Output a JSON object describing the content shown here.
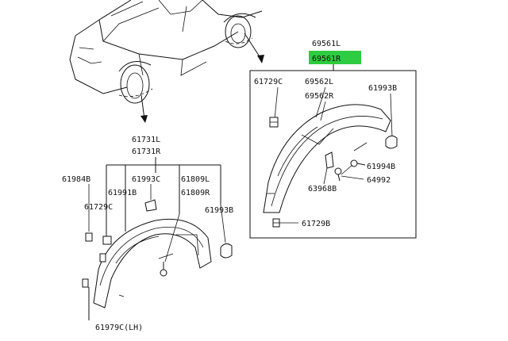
{
  "highlight_color": "#2ecc40",
  "labels": {
    "p69561L": "69561L",
    "p69561R": "69561R",
    "p61729C_top": "61729C",
    "p69562L": "69562L",
    "p69562R": "69562R",
    "p61993B_top": "61993B",
    "p61994B": "61994B",
    "p63968B": "63968B",
    "p64992": "64992",
    "p61729B": "61729B",
    "p61731L": "61731L",
    "p61731R": "61731R",
    "p61984B": "61984B",
    "p61993C": "61993C",
    "p61809L": "61809L",
    "p61991B": "61991B",
    "p61809R": "61809R",
    "p61729C_left": "61729C",
    "p61993B_left": "61993B",
    "p61979C": "61979C(LH)"
  }
}
